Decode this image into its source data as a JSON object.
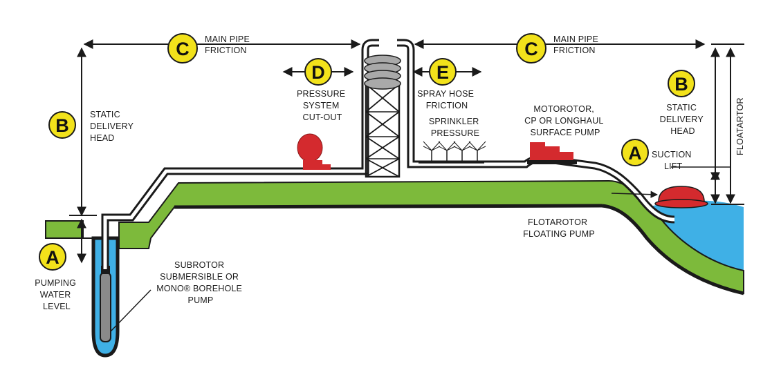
{
  "colors": {
    "ground": "#7dba3b",
    "water": "#3fb0e6",
    "pipe_outline": "#1a1a1a",
    "pump": "#d42a2e",
    "badge": "#f2e21b"
  },
  "badges": {
    "a_left": "A",
    "b_left": "B",
    "c_left": "C",
    "d": "D",
    "e": "E",
    "c_right": "C",
    "b_right": "B",
    "a_right": "A"
  },
  "labels": {
    "main_pipe_left": [
      "MAIN PIPE",
      "FRICTION"
    ],
    "main_pipe_right": [
      "MAIN PIPE",
      "FRICTION"
    ],
    "static_head_left": [
      "STATIC",
      "DELIVERY",
      "HEAD"
    ],
    "static_head_right": [
      "STATIC",
      "DELIVERY",
      "HEAD"
    ],
    "pressure_cutout": [
      "PRESSURE",
      "SYSTEM",
      "CUT-OUT"
    ],
    "spray_hose": [
      "SPRAY HOSE",
      "FRICTION"
    ],
    "sprinkler": [
      "SPRINKLER",
      "PRESSURE"
    ],
    "motorotor": [
      "MOTOROTOR,",
      "CP OR LONGHAUL",
      "SURFACE PUMP"
    ],
    "suction_lift": [
      "SUCTION",
      "LIFT"
    ],
    "floatartor": "FLOATARTOR",
    "flotarotor": [
      "FLOTAROTOR",
      "FLOATING PUMP"
    ],
    "pumping_level": [
      "PUMPING",
      "WATER",
      "LEVEL"
    ],
    "subrotor": [
      "SUBROTOR",
      "SUBMERSIBLE OR",
      "MONO® BOREHOLE",
      "PUMP"
    ]
  }
}
